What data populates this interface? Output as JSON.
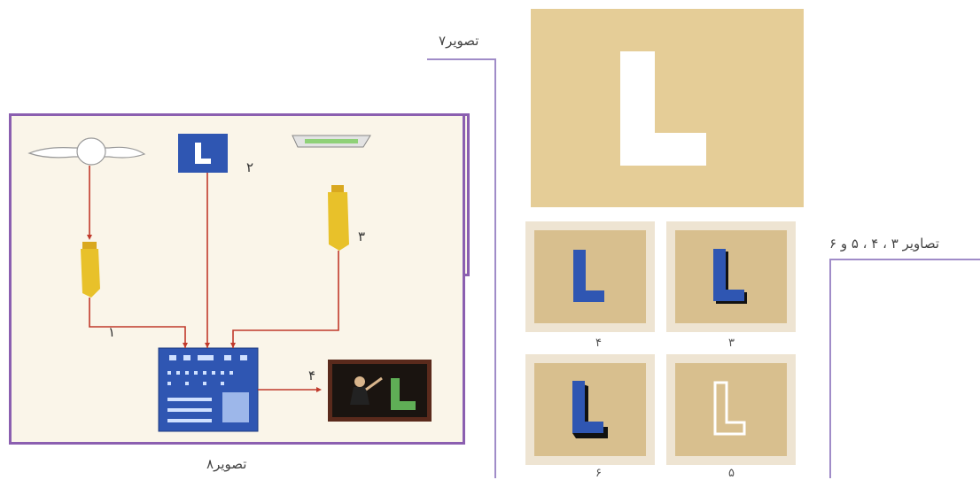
{
  "captions": {
    "fig7": "تصویر۷",
    "fig8": "تصویر۸",
    "figs3456": "تصاویر ۳ ، ۴ ، ۵ و ۶"
  },
  "diagram": {
    "labels": {
      "n1": "۱",
      "n2": "۲",
      "n3": "۳",
      "n4": "۴"
    }
  },
  "panels": {
    "p4": "۴",
    "p3": "۳",
    "p6": "۶",
    "p5": "۵"
  },
  "big_letter": "L",
  "colors": {
    "frame": "#8b5fb0",
    "accent_line": "#a08cc8",
    "signal_line": "#c0392b",
    "board_blue": "#2f56b2",
    "tan": "#e5cd97",
    "camera_yellow": "#e8c12a"
  }
}
